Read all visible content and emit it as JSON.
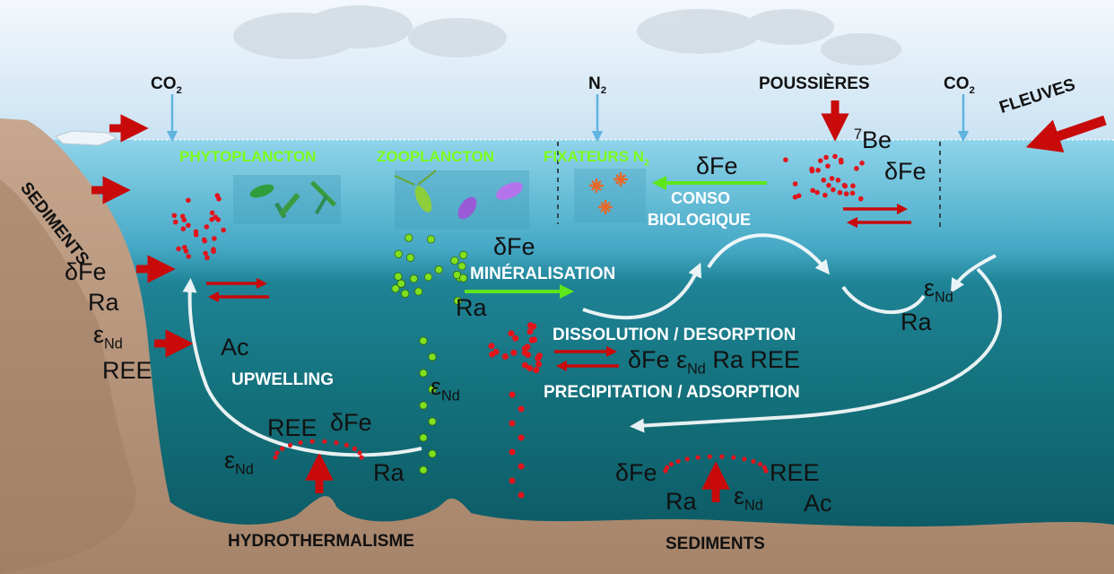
{
  "atmosphere": {
    "co2_left": "CO",
    "co2_left_sub": "2",
    "n2": "N",
    "n2_sub": "2",
    "poussieres": "POUSSIÈRES",
    "co2_right": "CO",
    "co2_right_sub": "2",
    "fleuves": "FLEUVES"
  },
  "surface": {
    "phytoplancton": "PHYTOPLANCTON",
    "zooplancton": "ZOOPLANCTON",
    "fixateurs": "FIXATEURS N",
    "fixateurs_sub": "2",
    "be_sup": "7",
    "be": "Be",
    "dfe_surface": "δFe",
    "dfe_conso": "δFe",
    "conso_line1": "CONSO",
    "conso_line2": "BIOLOGIQUE"
  },
  "margin": {
    "sediments_label": "SEDIMENTS",
    "dfe": "δFe",
    "ra": "Ra",
    "end_eps": "ε",
    "end_sub": "Nd",
    "ree": "REE",
    "ac": "Ac",
    "upwelling": "UPWELLING"
  },
  "interior": {
    "dfe_min": "δFe",
    "mineralisation": "MINÉRALISATION",
    "ra_min": "Ra",
    "end_eps": "ε",
    "end_sub": "Nd",
    "dissolution": "DISSOLUTION / DESORPTION",
    "precipitation": "PRECIPITATION / ADSORPTION",
    "exchange_dfe": "δFe",
    "exchange_eps": "ε",
    "exchange_sub": "Nd",
    "exchange_ra": "Ra",
    "exchange_ree": "REE",
    "right_eps": "ε",
    "right_sub": "Nd",
    "right_ra": "Ra"
  },
  "hydrothermal": {
    "ree": "REE",
    "dfe": "δFe",
    "eps": "ε",
    "sub": "Nd",
    "ra": "Ra",
    "label": "HYDROTHERMALISME"
  },
  "bottom_sediments": {
    "dfe": "δFe",
    "ree": "REE",
    "ra": "Ra",
    "eps": "ε",
    "sub": "Nd",
    "ac": "Ac",
    "label": "SEDIMENTS"
  },
  "colors": {
    "sky": "#dbeaf6",
    "surface_water": "#5fc0d9",
    "deep_water": "#0f5f67",
    "sediment": "#b89378",
    "red_arrow": "#c80a0a",
    "green_label": "#7cfc1a",
    "particle_red": "#e2141c",
    "particle_green": "#7fe020"
  }
}
